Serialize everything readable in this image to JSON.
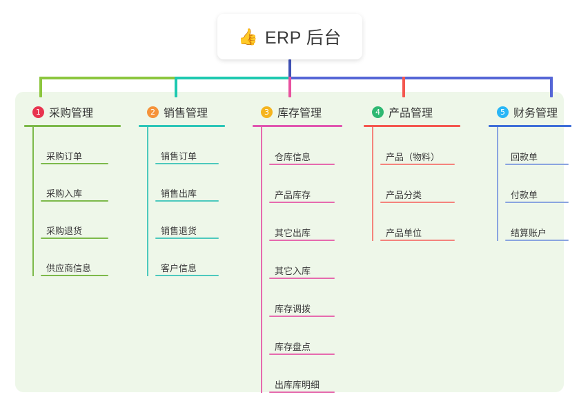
{
  "root": {
    "emoji": "👍",
    "emoji_name": "thumbs-up-icon",
    "label": "ERP 后台"
  },
  "palette": {
    "page_bg": "#ffffff",
    "panel_bg": "#eef7e9",
    "trunk": "#3f51b5",
    "green": "#8cc63e",
    "teal": "#1ec9b0",
    "blue": "#5566d6",
    "pink": "#e8519f",
    "red": "#f4574f",
    "column_blue": "#3f6fd8"
  },
  "columns": [
    {
      "index": "1",
      "badge_color": "#e8344f",
      "title": "采购管理",
      "rule_color": "#7cb94a",
      "line_color": "#7cb94a",
      "drop_color": "#8cc63e",
      "items": [
        {
          "label": "采购订单"
        },
        {
          "label": "采购入库"
        },
        {
          "label": "采购退货"
        },
        {
          "label": "供应商信息"
        }
      ]
    },
    {
      "index": "2",
      "badge_color": "#f5933a",
      "title": "销售管理",
      "rule_color": "#2cc6b8",
      "line_color": "#4cc9bd",
      "drop_color": "#1ec9b0",
      "items": [
        {
          "label": "销售订单"
        },
        {
          "label": "销售出库"
        },
        {
          "label": "销售退货"
        },
        {
          "label": "客户信息"
        }
      ]
    },
    {
      "index": "3",
      "badge_color": "#f5b41e",
      "title": "库存管理",
      "rule_color": "#e056b0",
      "line_color": "#e66aae",
      "drop_color": "#e8519f",
      "items": [
        {
          "label": "仓库信息"
        },
        {
          "label": "产品库存"
        },
        {
          "label": "其它出库"
        },
        {
          "label": "其它入库"
        },
        {
          "label": "库存调拨"
        },
        {
          "label": "库存盘点"
        },
        {
          "label": "出库库明细"
        }
      ]
    },
    {
      "index": "4",
      "badge_color": "#2eb872",
      "title": "产品管理",
      "rule_color": "#f4574f",
      "line_color": "#f4837c",
      "drop_color": "#f4574f",
      "items": [
        {
          "label": "产品（物料）"
        },
        {
          "label": "产品分类"
        },
        {
          "label": "产品单位"
        }
      ]
    },
    {
      "index": "5",
      "badge_color": "#29b6f6",
      "title": "财务管理",
      "rule_color": "#3f6fd8",
      "line_color": "#8aa4e0",
      "drop_color": "#5566d6",
      "items": [
        {
          "label": "回款单"
        },
        {
          "label": "付款单"
        },
        {
          "label": "结算账户"
        }
      ]
    }
  ]
}
